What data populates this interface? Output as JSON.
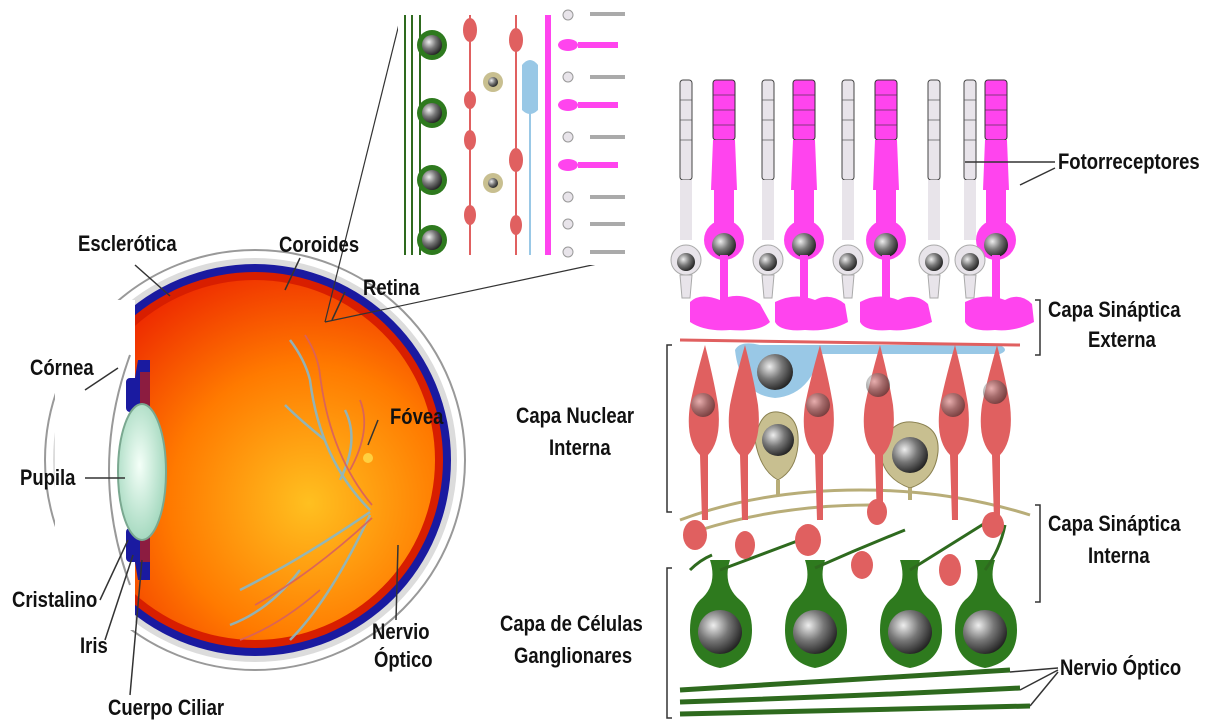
{
  "labels": {
    "esclerotica": "Esclerótica",
    "coroides": "Coroides",
    "retina": "Retina",
    "cornea": "Córnea",
    "fovea": "Fóvea",
    "pupila": "Pupila",
    "cristalino": "Cristalino",
    "iris": "Iris",
    "cuerpo_ciliar": "Cuerpo Ciliar",
    "nervio_optico_eye_1": "Nervio",
    "nervio_optico_eye_2": "Óptico",
    "fotorreceptores": "Fotorreceptores",
    "capa_sinaptica_externa_1": "Capa Sináptica",
    "capa_sinaptica_externa_2": "Externa",
    "capa_nuclear_interna_1": "Capa Nuclear",
    "capa_nuclear_interna_2": "Interna",
    "capa_sinaptica_interna_1": "Capa Sináptica",
    "capa_sinaptica_interna_2": "Interna",
    "capa_ganglionares_1": "Capa de Células",
    "capa_ganglionares_2": "Ganglionares",
    "nervio_optico_retina": "Nervio Óptico"
  },
  "colors": {
    "sclera": "#dcdcdc",
    "choroid": "#1a1aa0",
    "eyeball": "#ff5a00",
    "lens": "#cfeee0",
    "rod": "#e8e4ea",
    "cone": "#ff44ee",
    "bipolar": "#e06060",
    "horizontal": "#99c8e6",
    "amacrine": "#c8bf90",
    "ganglion": "#2e7a1e"
  }
}
